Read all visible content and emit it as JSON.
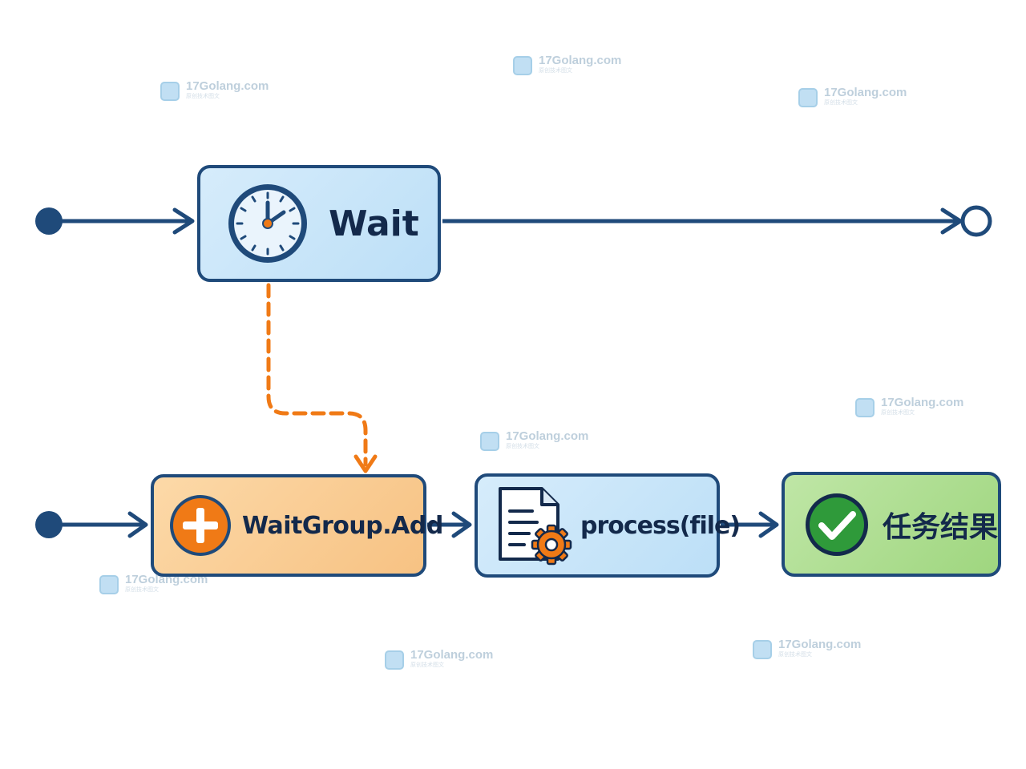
{
  "nodes": {
    "wait": {
      "label": "Wait"
    },
    "add": {
      "label": "WaitGroup.Add"
    },
    "process": {
      "label": "process(file)"
    },
    "result": {
      "label": "任务结果"
    }
  },
  "icons": {
    "wait": "clock-icon",
    "add": "plus-circle-icon",
    "process": "document-gear-icon",
    "result": "checkmark-circle-icon"
  },
  "watermarks": [
    {
      "text": "17Golang.com",
      "subtext": "原创技术图文"
    }
  ],
  "colors": {
    "line": "#1f4a7a",
    "dashed_link": "#f07a16",
    "wait_fill": "#c6e4f8",
    "add_fill": "#f9cc93",
    "process_fill": "#c6e4f8",
    "result_fill": "#ace090"
  }
}
